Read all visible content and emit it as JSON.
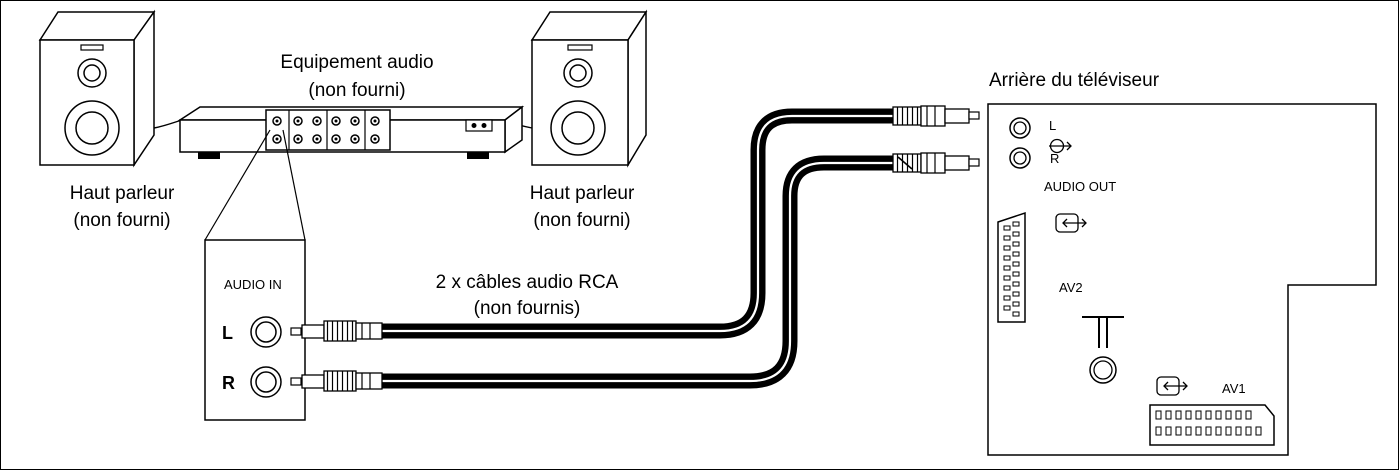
{
  "labels": {
    "audio_equipment": "Equipement audio",
    "audio_equipment_note": "(non fourni)",
    "speaker_left": "Haut parleur",
    "speaker_left_note": "(non fourni)",
    "speaker_right": "Haut parleur",
    "speaker_right_note": "(non fourni)",
    "tv_rear": "Arrière du téléviseur",
    "cables": "2 x câbles audio RCA",
    "cables_note": "(non fournis)",
    "audio_in": "AUDIO IN",
    "in_left": "L",
    "in_right": "R",
    "tv_left": "L",
    "tv_right": "R",
    "audio_out": "AUDIO OUT",
    "av2": "AV2",
    "av1": "AV1"
  },
  "icons": {
    "io_arrow": "↔",
    "antenna": "antenna-icon",
    "output_symbol": "output-arrow-icon"
  },
  "colors": {
    "line": "#000000",
    "background": "#ffffff"
  }
}
